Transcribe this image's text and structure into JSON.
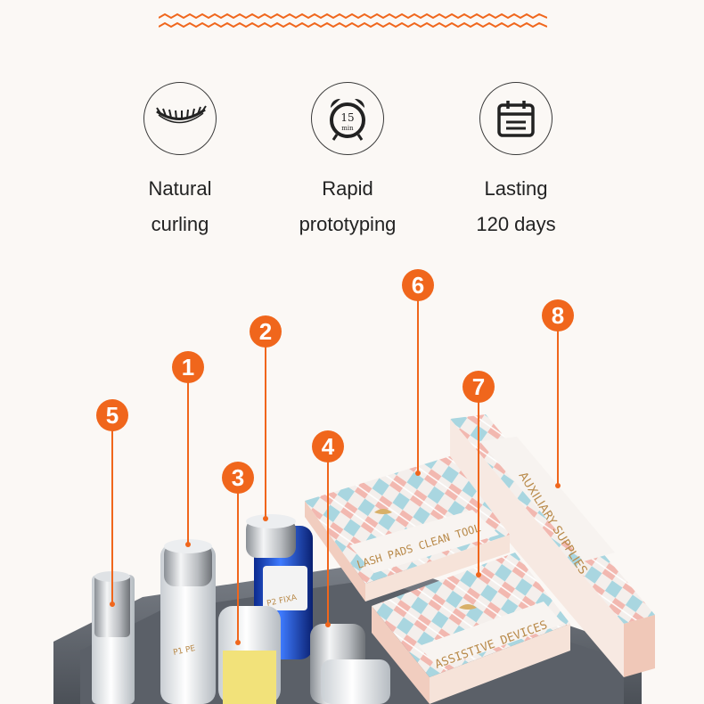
{
  "features": [
    {
      "icon": "eyelash-icon",
      "label": "Natural\ncurling"
    },
    {
      "icon": "alarm-clock-icon",
      "label": "Rapid\nprototyping",
      "clock_text": "15",
      "clock_sub": "min"
    },
    {
      "icon": "calendar-icon",
      "label": "Lasting\n120 days"
    }
  ],
  "badges": [
    "1",
    "2",
    "3",
    "4",
    "5",
    "6",
    "7",
    "8"
  ],
  "products": {
    "box_lash_pads": "LASH PADS   CLEAN TOOL",
    "box_assistive": "ASSISTIVE DEVICES",
    "box_auxiliary": "AUXILIARY SUPPLIES",
    "bottle_p1": "P1  PE",
    "bottle_p2": "P2  FIXA"
  },
  "colors": {
    "accent": "#f0661c",
    "text": "#222222",
    "background": "#fbf8f5"
  }
}
